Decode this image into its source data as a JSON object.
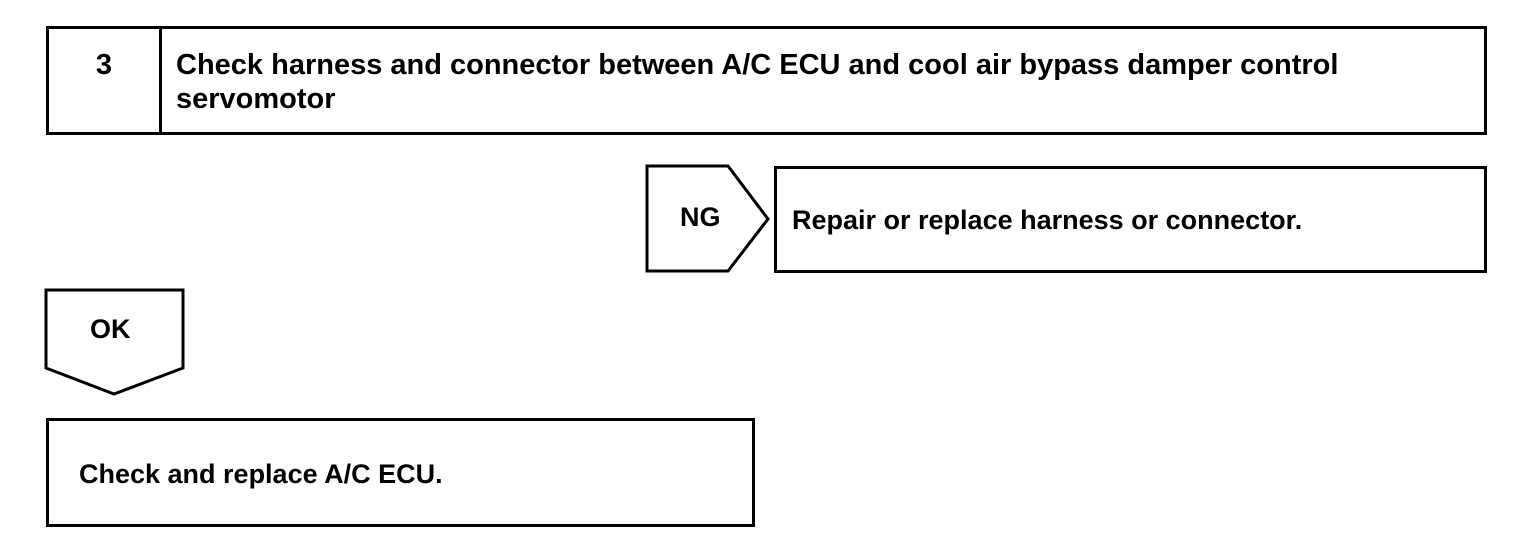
{
  "step": {
    "number": "3",
    "title": "Check harness and connector between A/C ECU and cool air bypass damper control servomotor"
  },
  "ng_branch": {
    "label": "NG",
    "result": "Repair or replace harness or connector."
  },
  "ok_branch": {
    "label": "OK",
    "result": "Check and replace A/C ECU."
  }
}
